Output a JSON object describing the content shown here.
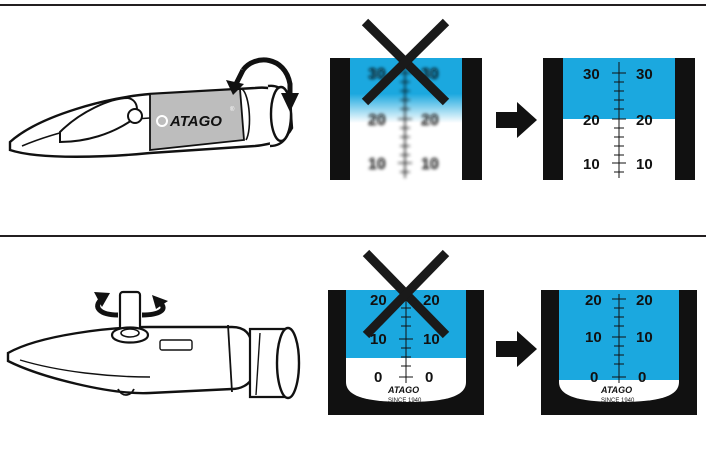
{
  "colors": {
    "sky": "#1ba8df",
    "ink": "#111111",
    "white": "#ffffff",
    "divider": "#231f20",
    "cross": "#1a1a1a"
  },
  "brand": {
    "name": "ATAGO",
    "mark": "®",
    "since": "SINCE 1940"
  },
  "step1": {
    "icons": [
      "refractometer-focus-eyepiece-icon",
      "rotate-arrow-icon",
      "cross-mark-icon",
      "right-arrow-icon"
    ],
    "scale_labels": [
      "30",
      "20",
      "10"
    ],
    "description_values": {
      "blurred_boundary": true,
      "sharp_boundary_reading": "20"
    }
  },
  "step2": {
    "icons": [
      "refractometer-calibration-screw-icon",
      "rotate-arrow-icon",
      "cross-mark-icon",
      "right-arrow-icon"
    ],
    "scale_labels": [
      "20",
      "10",
      "0"
    ],
    "description_values": {
      "boundary_off_zero": true,
      "adjusted_boundary_reading": "0"
    }
  }
}
